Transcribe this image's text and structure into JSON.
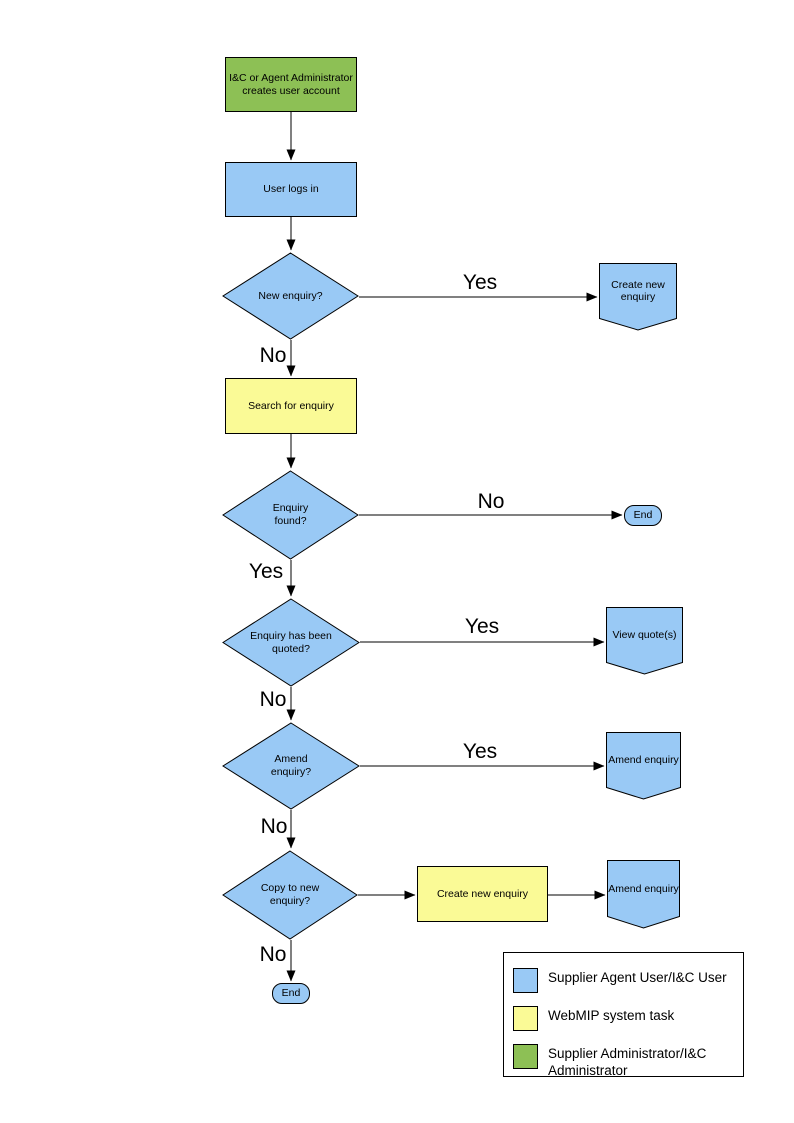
{
  "colors": {
    "user_blue": "#99C9F5",
    "task_yellow": "#FAFA96",
    "admin_green": "#8DC055",
    "line_black": "#000000"
  },
  "nodes": {
    "admin_creates": "I&C or Agent Administrator creates user account",
    "user_logs_in": "User logs in",
    "new_enquiry_q": "New enquiry?",
    "create_new_enquiry_offpage": "Create new enquiry",
    "search_for_enquiry": "Search for enquiry",
    "enquiry_found_q": "Enquiry found?",
    "end_top": "End",
    "enquiry_quoted_q": "Enquiry has been quoted?",
    "view_quotes": "View quote(s)",
    "amend_enquiry_q": "Amend enquiry?",
    "amend_enquiry_offpage_1": "Amend enquiry",
    "copy_to_new_q": "Copy to new enquiry?",
    "create_new_enquiry_task": "Create new enquiry",
    "amend_enquiry_offpage_2": "Amend enquiry",
    "end_bottom": "End"
  },
  "edge_labels": {
    "new_enquiry_yes": "Yes",
    "new_enquiry_no": "No",
    "enquiry_found_no": "No",
    "enquiry_found_yes": "Yes",
    "quoted_yes": "Yes",
    "quoted_no": "No",
    "amend_yes": "Yes",
    "amend_no": "No",
    "copy_no": "No"
  },
  "legend": {
    "items": [
      {
        "color": "#99C9F5",
        "label": "Supplier Agent User/I&C User"
      },
      {
        "color": "#FAFA96",
        "label": "WebMIP system task"
      },
      {
        "color": "#8DC055",
        "label": "Supplier Administrator/I&C Administrator"
      }
    ]
  }
}
